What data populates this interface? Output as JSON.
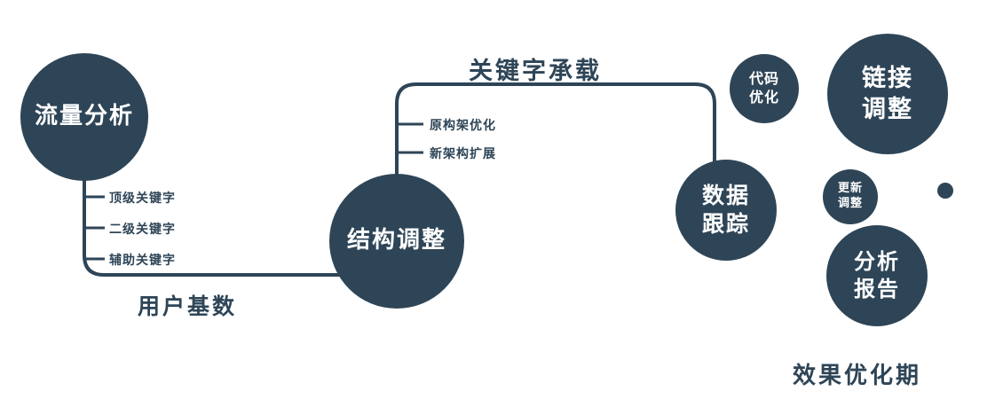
{
  "diagram": {
    "accent_color": "#2e4557",
    "nodes": {
      "traffic": {
        "label": "流量分析"
      },
      "structure": {
        "label": "结构调整"
      },
      "data_tracking": {
        "line1": "数据",
        "line2": "跟踪"
      },
      "code_opt": {
        "line1": "代码",
        "line2": "优化"
      },
      "link_adjust": {
        "line1": "链接",
        "line2": "调整"
      },
      "update_adjust": {
        "line1": "更新",
        "line2": "调整"
      },
      "analysis_report": {
        "line1": "分析",
        "line2": "报告"
      }
    },
    "edges": {
      "user_base": "用户基数",
      "keyword_carry": "关键字承载"
    },
    "branches": {
      "left": [
        "顶级关键字",
        "二级关键字",
        "辅助关键字"
      ],
      "mid": [
        "原构架优化",
        "新架构扩展"
      ]
    },
    "footer": "效果优化期"
  }
}
